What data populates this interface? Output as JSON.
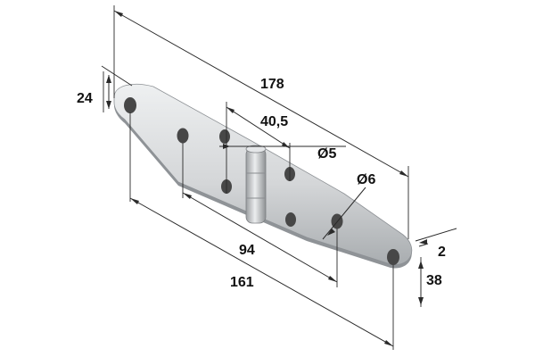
{
  "drawing": {
    "subject": "Hinge",
    "dimensions": {
      "overall_length": "178",
      "hinge_width": "24",
      "hinge_width_full": "38",
      "center_hole_spacing": "40,5",
      "small_hole_dia": "Ø5",
      "large_hole_dia": "Ø6",
      "inner_hole_spacing": "94",
      "outer_hole_spacing": "161",
      "thickness": "2"
    },
    "colors": {
      "plate": "#d6d8da",
      "plate_edge": "#9ea2a6",
      "hole": "#4a4a4a",
      "knuckle": "#c7c9cb",
      "lines": "#2a2a2a"
    }
  }
}
